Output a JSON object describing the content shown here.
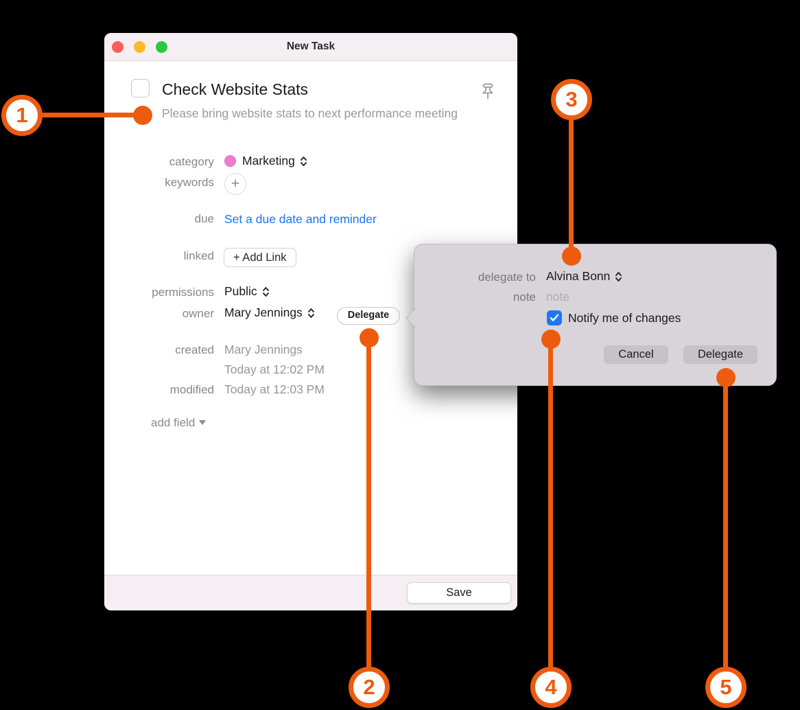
{
  "annotation_color": "#ED5B0E",
  "annotations": {
    "a1": "1",
    "a2": "2",
    "a3": "3",
    "a4": "4",
    "a5": "5"
  },
  "window": {
    "title": "New Task",
    "traffic_lights": {
      "close": "#FF5F57",
      "minimize": "#F8BB2D",
      "zoom": "#2BC840"
    },
    "task": {
      "title": "Check Website Stats",
      "note": "Please bring website stats to next performance meeting"
    },
    "fields": {
      "category": {
        "label": "category",
        "value": "Marketing",
        "dot_color": "#F17BCD"
      },
      "keywords": {
        "label": "keywords",
        "add_button": "+"
      },
      "due": {
        "label": "due",
        "link": "Set a due date and reminder",
        "link_color": "#1B74F3"
      },
      "linked": {
        "label": "linked",
        "button": "+ Add Link"
      },
      "permissions": {
        "label": "permissions",
        "value": "Public"
      },
      "owner": {
        "label": "owner",
        "value": "Mary Jennings",
        "delegate_button": "Delegate"
      },
      "created": {
        "label": "created",
        "by": "Mary Jennings",
        "at": "Today at 12:02 PM"
      },
      "modified": {
        "label": "modified",
        "at": "Today at 12:03 PM"
      },
      "add_field": {
        "label": "add field"
      }
    },
    "footer": {
      "save_button": "Save"
    }
  },
  "popover": {
    "delegate_to": {
      "label": "delegate to",
      "value": "Alvina Bonn"
    },
    "note": {
      "label": "note",
      "placeholder": "note"
    },
    "notify": {
      "label": "Notify me of changes",
      "checked": true
    },
    "buttons": {
      "cancel": "Cancel",
      "delegate": "Delegate"
    }
  }
}
